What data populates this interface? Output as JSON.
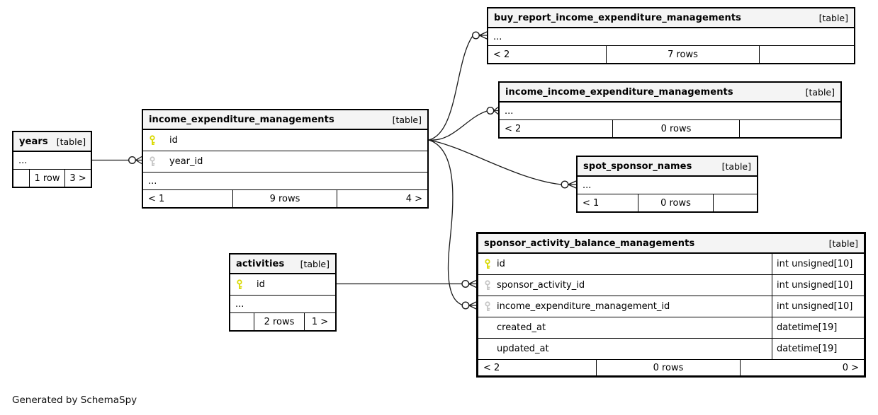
{
  "diagram": {
    "generator_note": "Generated by SchemaSpy"
  },
  "colors": {
    "header_background": "#f4f4f4",
    "primary_key_icon": "#d9d900",
    "foreign_key_icon": "#c6c6c6",
    "table_border": "#000000",
    "connector": "#1a1a1a"
  },
  "tables": {
    "years": {
      "name": "years",
      "tag": "[table]",
      "ellipsis": "...",
      "footer": {
        "left": "",
        "center": "1 row",
        "right": "3 >"
      }
    },
    "iem": {
      "name": "income_expenditure_managements",
      "tag": "[table]",
      "columns": [
        {
          "name": "id",
          "key": "primary"
        },
        {
          "name": "year_id",
          "key": "foreign"
        }
      ],
      "ellipsis": "...",
      "footer": {
        "left": "< 1",
        "center": "9 rows",
        "right": "4 >"
      }
    },
    "buy": {
      "name": "buy_report_income_expenditure_managements",
      "tag": "[table]",
      "ellipsis": "...",
      "footer": {
        "left": "< 2",
        "center": "7 rows",
        "right": ""
      }
    },
    "ii": {
      "name": "income_income_expenditure_managements",
      "tag": "[table]",
      "ellipsis": "...",
      "footer": {
        "left": "< 2",
        "center": "0 rows",
        "right": ""
      }
    },
    "spot": {
      "name": "spot_sponsor_names",
      "tag": "[table]",
      "ellipsis": "...",
      "footer": {
        "left": "< 1",
        "center": "0 rows",
        "right": ""
      }
    },
    "act": {
      "name": "activities",
      "tag": "[table]",
      "columns": [
        {
          "name": "id",
          "key": "primary"
        }
      ],
      "ellipsis": "...",
      "footer": {
        "left": "",
        "center": "2 rows",
        "right": "1 >"
      }
    },
    "savbm": {
      "name": "sponsor_activity_balance_managements",
      "tag": "[table]",
      "columns": [
        {
          "name": "id",
          "key": "primary",
          "type": "int unsigned[10]"
        },
        {
          "name": "sponsor_activity_id",
          "key": "foreign",
          "type": "int unsigned[10]"
        },
        {
          "name": "income_expenditure_management_id",
          "key": "foreign",
          "type": "int unsigned[10]"
        },
        {
          "name": "created_at",
          "key": "none",
          "type": "datetime[19]"
        },
        {
          "name": "updated_at",
          "key": "none",
          "type": "datetime[19]"
        }
      ],
      "footer": {
        "left": "< 2",
        "center": "0 rows",
        "right": "0 >"
      }
    }
  }
}
